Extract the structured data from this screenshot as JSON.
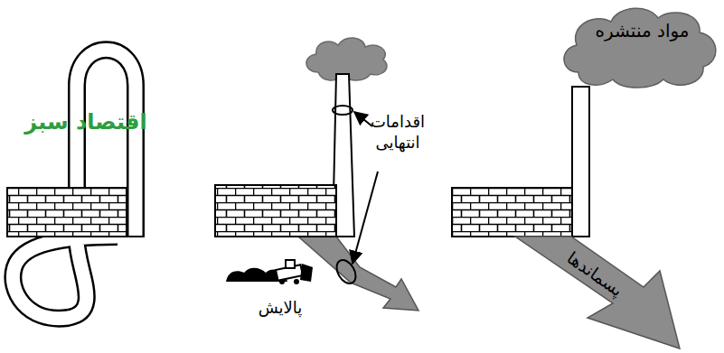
{
  "diagram": {
    "nodes": [
      {
        "text": [
          "مواد منتشره"
        ]
      },
      {
        "text": [
          "پسماندها"
        ]
      }
    ],
    "labels": [
      "اقتصاد سبز",
      "اقدامات انتهایی",
      "پالایش"
    ]
  }
}
